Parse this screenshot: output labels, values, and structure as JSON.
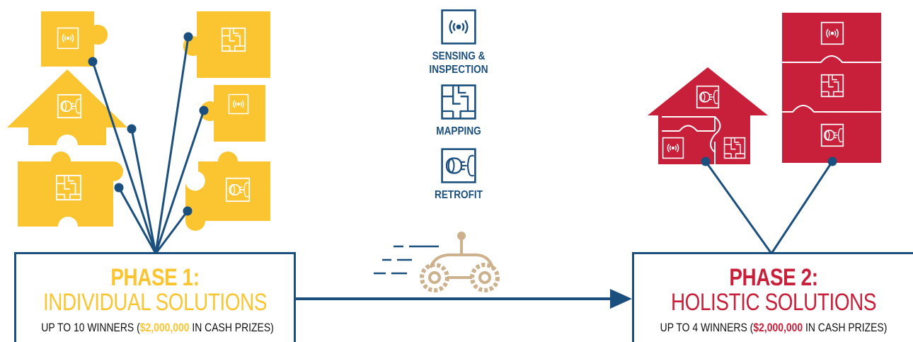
{
  "colors": {
    "phase1": "#fbc531",
    "phase2": "#c8203a",
    "navy": "#1b4f7e",
    "robot": "#cdb08c"
  },
  "legend": [
    {
      "icon": "sensing-icon",
      "label_line1": "SENSING &",
      "label_line2": "INSPECTION"
    },
    {
      "icon": "mapping-icon",
      "label_line1": "MAPPING",
      "label_line2": ""
    },
    {
      "icon": "retrofit-icon",
      "label_line1": "RETROFIT",
      "label_line2": ""
    }
  ],
  "phase1": {
    "title": "PHASE 1:",
    "subtitle": "INDIVIDUAL SOLUTIONS",
    "prize_prefix": "UP TO 10 WINNERS (",
    "prize_amount": "$2,000,000",
    "prize_suffix": " IN CASH PRIZES)"
  },
  "phase2": {
    "title": "PHASE 2:",
    "subtitle": "HOLISTIC SOLUTIONS",
    "prize_prefix": "UP TO 4 WINNERS (",
    "prize_amount": "$2,000,000",
    "prize_suffix": " IN CASH PRIZES)"
  }
}
